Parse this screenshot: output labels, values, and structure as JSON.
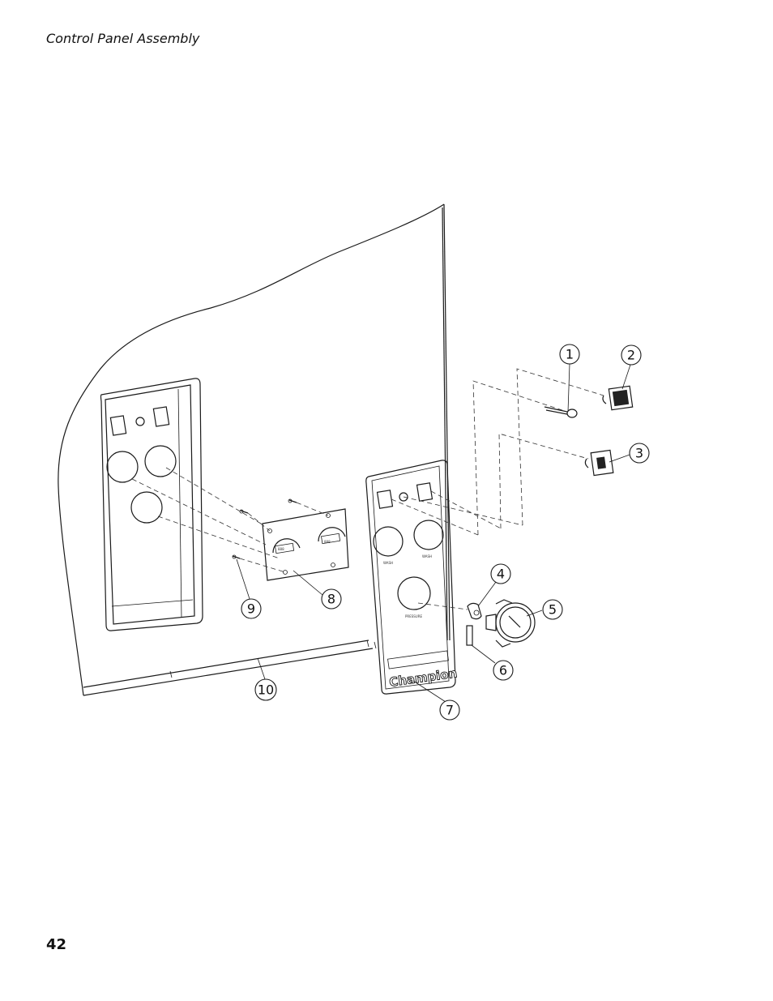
{
  "header": {
    "title": "Control Panel Assembly"
  },
  "footer": {
    "page_number": "42"
  },
  "diagram": {
    "brand_label": "Champion",
    "callouts": [
      "1",
      "2",
      "3",
      "4",
      "5",
      "6",
      "7",
      "8",
      "9",
      "10"
    ]
  }
}
